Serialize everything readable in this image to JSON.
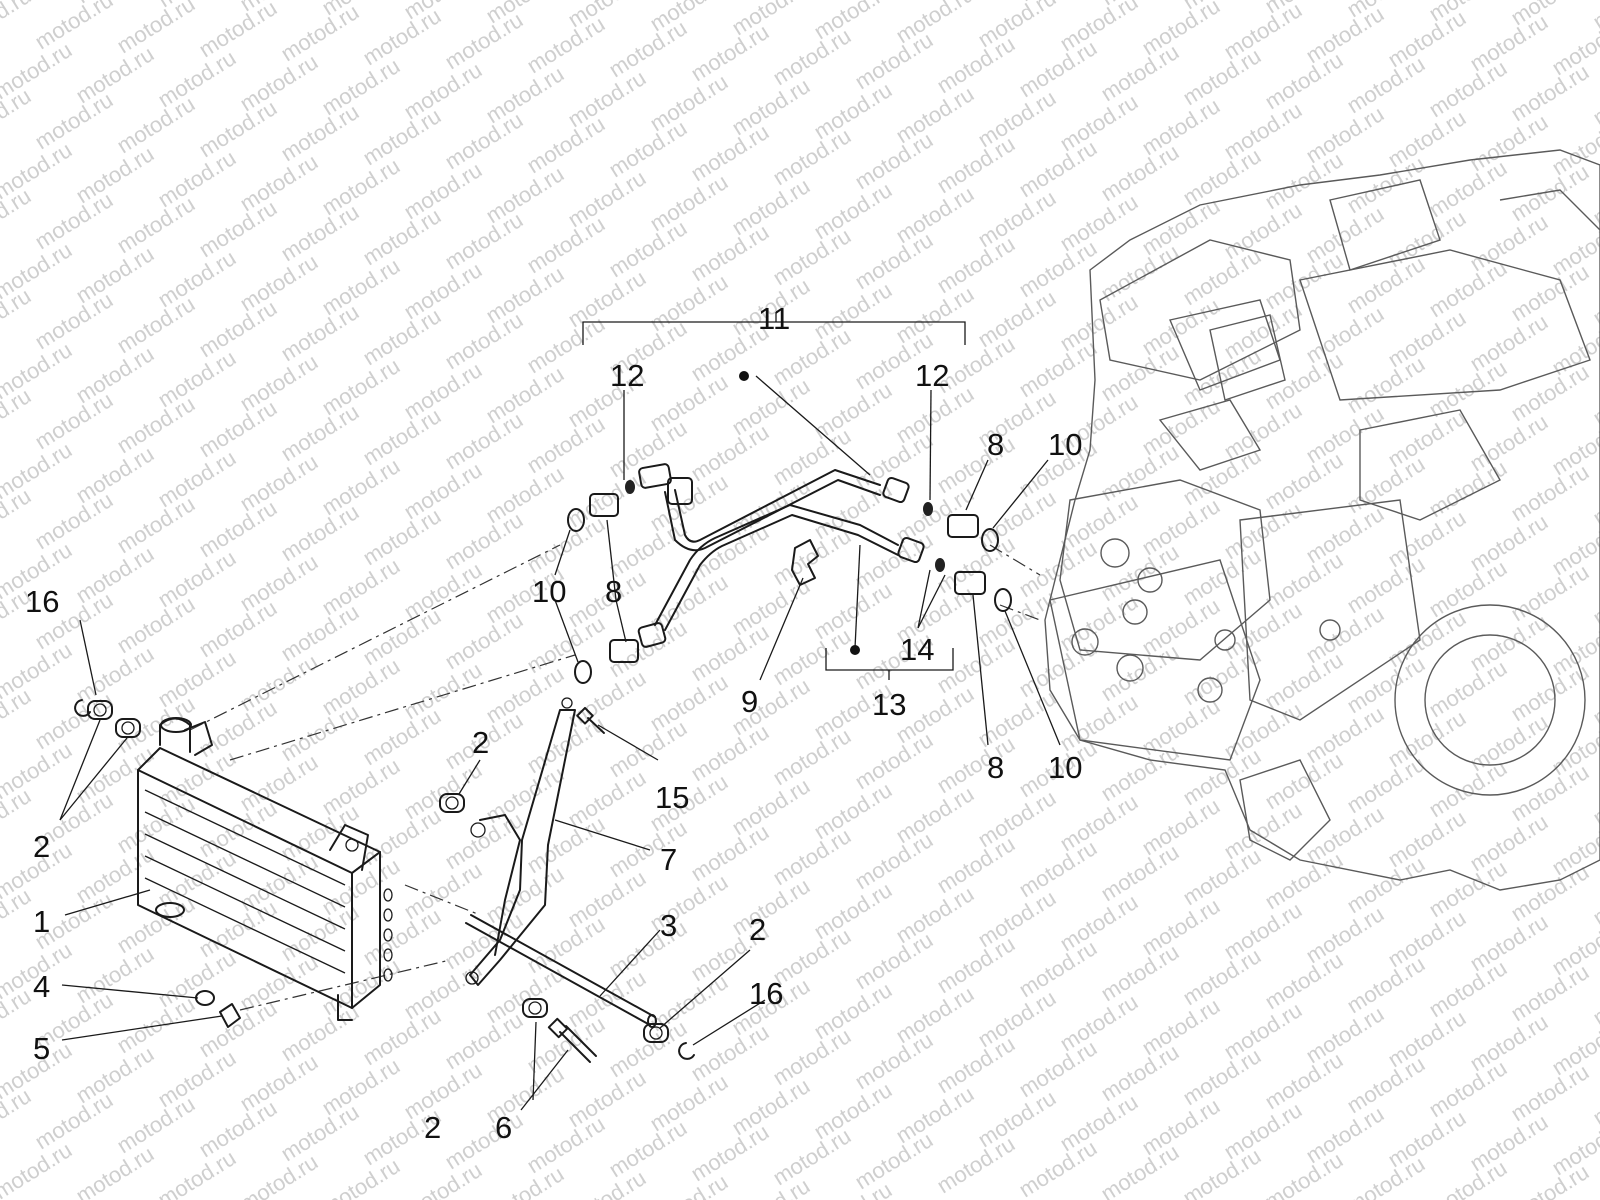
{
  "watermark": {
    "text": "motod.ru",
    "color": "#d0d0d0"
  },
  "callouts": {
    "c1": "1",
    "c2a": "2",
    "c2b": "2",
    "c2c": "2",
    "c2d": "2",
    "c3": "3",
    "c4": "4",
    "c5": "5",
    "c6": "6",
    "c7": "7",
    "c8a": "8",
    "c8b": "8",
    "c8c": "8",
    "c9": "9",
    "c10a": "10",
    "c10b": "10",
    "c10c": "10",
    "c11": "11",
    "c12a": "12",
    "c12b": "12",
    "c13": "13",
    "c14": "14",
    "c15": "15",
    "c16a": "16",
    "c16b": "16"
  },
  "colors": {
    "line": "#1a1a1a",
    "text": "#111111",
    "background": "#ffffff"
  }
}
